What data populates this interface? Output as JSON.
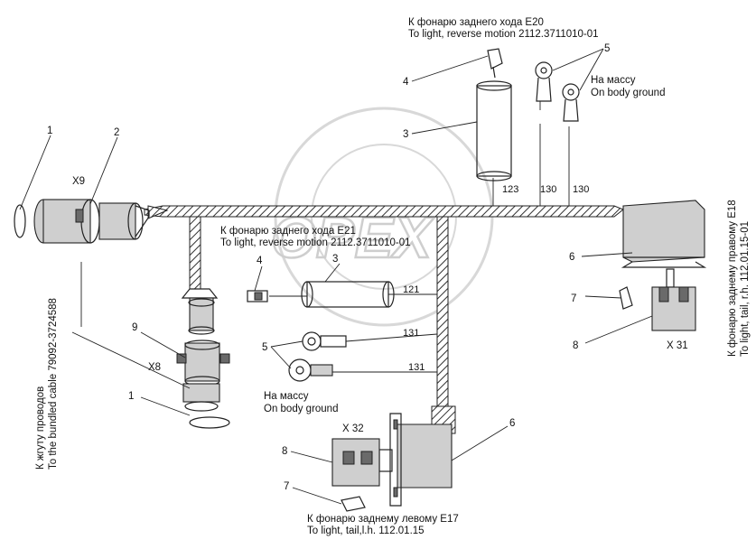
{
  "callouts": {
    "c1a": "1",
    "c1b": "1",
    "c2": "2",
    "c3a": "3",
    "c3b": "3",
    "c4a": "4",
    "c4b": "4",
    "c5a": "5",
    "c5b": "5",
    "c6a": "6",
    "c6b": "6",
    "c7a": "7",
    "c7b": "7",
    "c8a": "8",
    "c8b": "8",
    "c9": "9"
  },
  "connectors": {
    "x9": "X9",
    "x8": "X8",
    "x31": "X 31",
    "x32": "X 32"
  },
  "wires": {
    "w123": "123",
    "w130a": "130",
    "w130b": "130",
    "w121": "121",
    "w131a": "131",
    "w131b": "131"
  },
  "labels": {
    "e20_ru": "К фонарю заднего хода  E20",
    "e20_en": "To light, reverse motion 2112.3711010-01",
    "ground_top_ru": "На массу",
    "ground_top_en": "On body ground",
    "e21_ru": "К фонарю заднего хода  E21",
    "e21_en": "To light, reverse motion 2112.3711010-01",
    "ground_mid_ru": "На массу",
    "ground_mid_en": "On body ground",
    "e17_ru": "К фонарю заднему левому  E17",
    "e17_en": "To light, tail,l.h. 112.01.15",
    "e18_ru": "К фонарю заднему правому  E18",
    "e18_en": "To light, tail, r.h. 112.01.15-01",
    "bundle_ru": "К жгуту проводов",
    "bundle_en": "To the bundled cable 79092-3724588"
  },
  "watermark": {
    "text": "OPEX"
  },
  "icons": [
    "connector-x9",
    "connector-x8",
    "lamp-socket",
    "ring-terminal",
    "blade-terminal",
    "tail-light-socket",
    "seal-ring"
  ]
}
